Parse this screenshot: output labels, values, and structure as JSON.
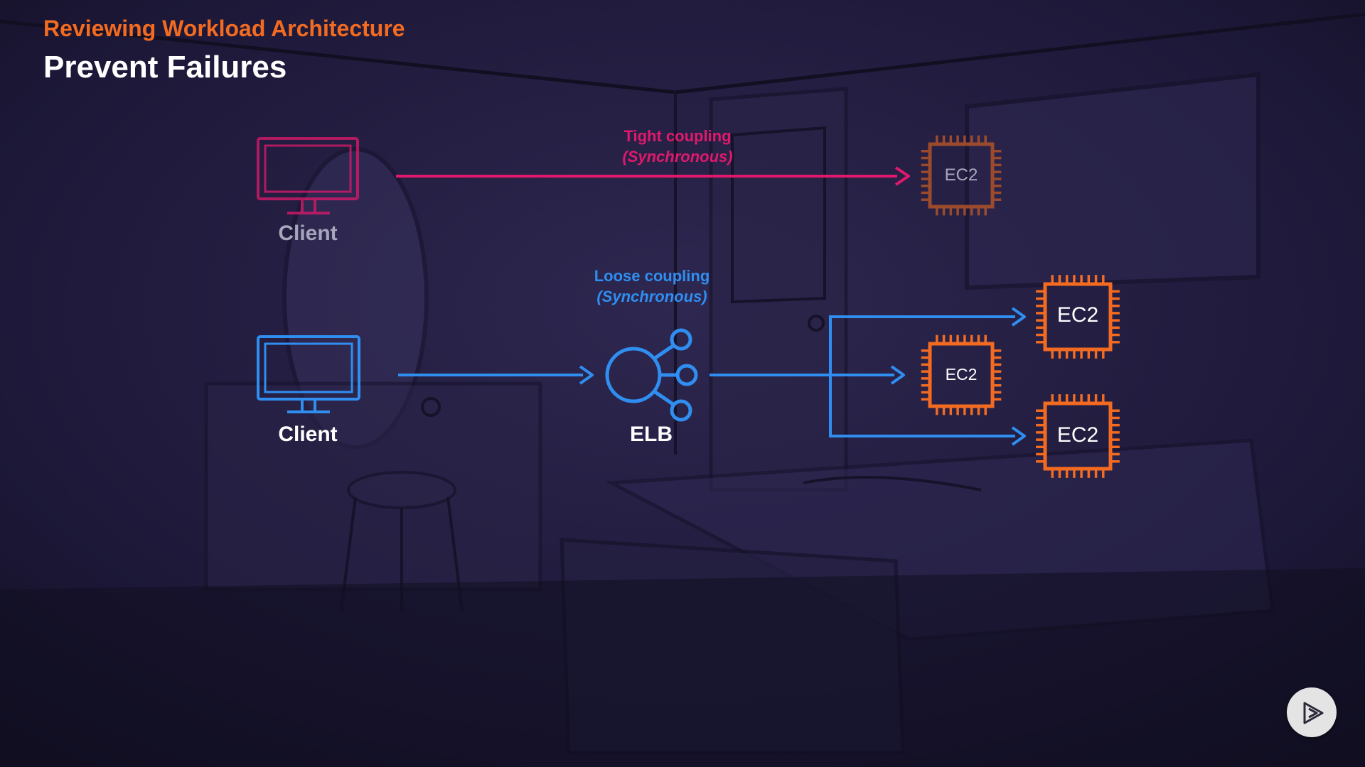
{
  "header": {
    "subtitle": "Reviewing Workload Architecture",
    "title": "Prevent Failures"
  },
  "diagram": {
    "tight": {
      "label": "Tight coupling",
      "mode": "(Synchronous)",
      "color": "#e0196c"
    },
    "loose": {
      "label": "Loose coupling",
      "mode": "(Synchronous)",
      "color": "#2f8ef0"
    },
    "client_top_label": "Client",
    "client_bottom_label": "Client",
    "elb_label": "ELB",
    "ec2_label": "EC2",
    "chip_color": "#f26b21",
    "chip_faded_color": "#a8502a"
  },
  "colors": {
    "accent_orange": "#f26b21",
    "background": "#1a1632"
  },
  "controls": {
    "play_icon": "play-icon"
  }
}
